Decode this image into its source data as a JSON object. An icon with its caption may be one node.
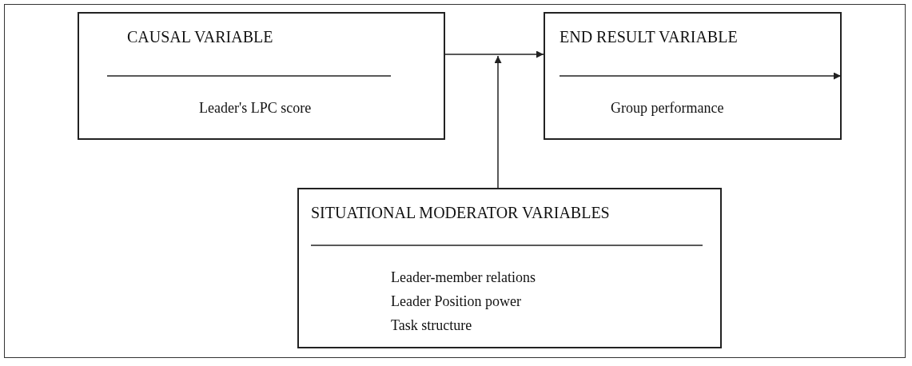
{
  "diagram": {
    "nodes": [
      {
        "text": [
          "CAUSAL VARIABLE",
          "Leader's LPC score"
        ]
      },
      {
        "text": [
          "END RESULT VARIABLE",
          "Group performance"
        ]
      },
      {
        "text": [
          "SITUATIONAL MODERATOR VARIABLES",
          "Leader-member relations",
          "Leader Position power",
          "Task structure"
        ]
      }
    ],
    "edges": [
      {
        "from": 0,
        "to": 1,
        "arrow": "to"
      },
      {
        "from": 2,
        "to": null,
        "arrow": "to"
      }
    ]
  }
}
